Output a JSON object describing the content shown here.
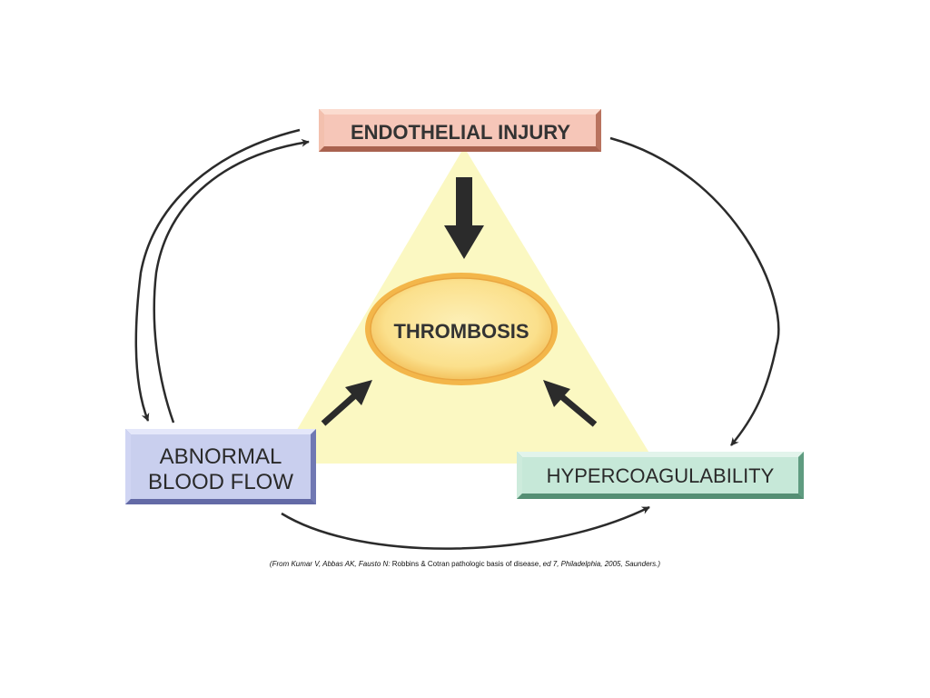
{
  "diagram": {
    "center": {
      "label": "THROMBOSIS"
    },
    "nodes": {
      "endothelial": {
        "label": "ENDOTHELIAL INJURY"
      },
      "abnormal_flow": {
        "line1": "ABNORMAL",
        "line2": "BLOOD FLOW"
      },
      "hypercoag": {
        "label": "HYPERCOAGULABILITY"
      }
    },
    "colors": {
      "triangle": "#fbf8c2",
      "endothelial_fill": "#f6c6b8",
      "endothelial_border": "#c97b6a",
      "abnormal_fill": "#c9cfee",
      "abnormal_border": "#8088c0",
      "hypercoag_fill": "#c6e8d8",
      "hypercoag_border": "#6fae91",
      "ellipse_fill": "#fbe49a",
      "ellipse_border": "#e8a53a",
      "arrows": "#2b2b2b"
    }
  },
  "citation": {
    "part1": "(From Kumar V, Abbas AK, Fausto N: ",
    "part2": "Robbins & Cotran pathologic basis of disease,",
    "part3": " ed 7, Philadelphia, 2005, Saunders.)"
  }
}
